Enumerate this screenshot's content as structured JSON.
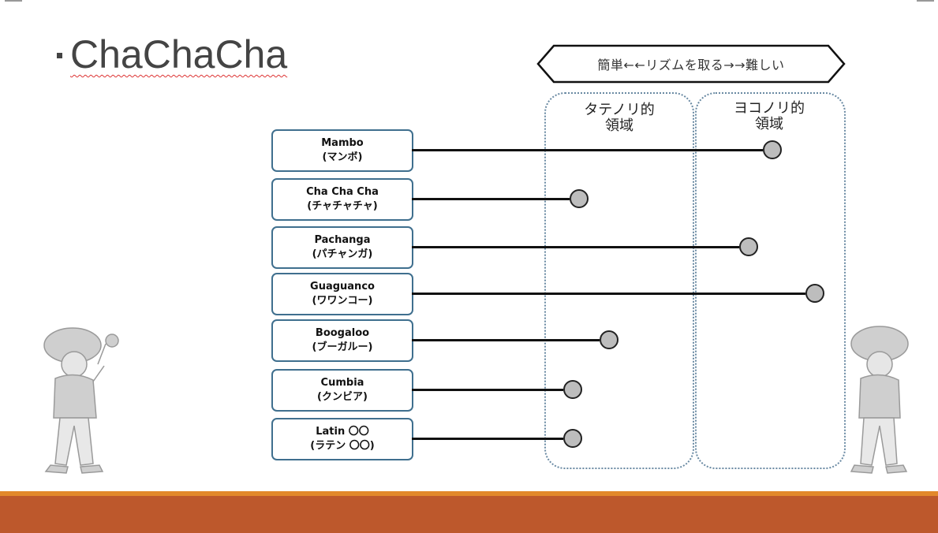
{
  "slide": {
    "title": "ChaChaCha"
  },
  "banner": {
    "text": "簡単←←リズムを取る→→難しい"
  },
  "zones": [
    {
      "label_line1": "タテノリ的",
      "label_line2": "領域"
    },
    {
      "label_line1": "ヨコノリ的",
      "label_line2": "領域"
    }
  ],
  "items": [
    {
      "name": "Mambo",
      "kana": "(マンボ)",
      "difficulty": 0.86
    },
    {
      "name": "Cha Cha Cha",
      "kana": "(チャチャチャ)",
      "difficulty": 0.22
    },
    {
      "name": "Pachanga",
      "kana": "(パチャンガ)",
      "difficulty": 0.78
    },
    {
      "name": "Guaguanco",
      "kana": "(ワワンコー)",
      "difficulty": 1.0
    },
    {
      "name": "Boogaloo",
      "kana": "(ブーガルー)",
      "difficulty": 0.32
    },
    {
      "name": "Cumbia",
      "kana": "(クンビア)",
      "difficulty": 0.2
    },
    {
      "name": "Latin 〇〇",
      "kana": "(ラテン 〇〇)",
      "difficulty": 0.2
    }
  ],
  "colors": {
    "box_border": "#3f6f8e",
    "zone_border": "#6a8aa3",
    "dot_fill": "#bdbdbd",
    "footer": "#bd582c",
    "footer_accent": "#e2882b"
  },
  "icons": [
    "mascot-left-illustration",
    "mascot-right-illustration"
  ]
}
